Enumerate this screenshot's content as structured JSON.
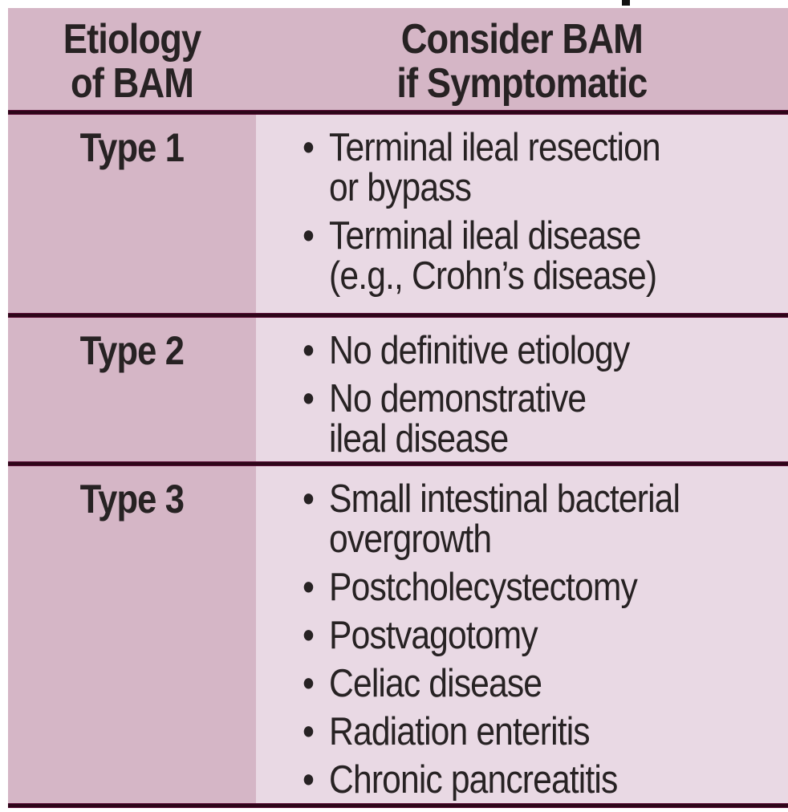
{
  "theme": {
    "page-bg": "#ffffff",
    "dark-pink": "#d5b6c6",
    "light-pink": "#e9d9e4",
    "maroon": "#5a0e36",
    "maroon-core": "#2d0619",
    "text": "#272223"
  },
  "table": {
    "bullet_glyph": "•",
    "header": [
      {
        "label": "Etiology\nof BAM"
      },
      {
        "label": "Consider BAM\nif Symptomatic"
      }
    ],
    "rows": [
      {
        "type": "Type 1",
        "items": [
          "Terminal ileal resection\nor bypass",
          "Terminal ileal disease\n(e.g., Crohn’s disease)"
        ]
      },
      {
        "type": "Type 2",
        "items": [
          "No definitive etiology",
          "No demonstrative\nileal disease"
        ]
      },
      {
        "type": "Type 3",
        "items": [
          "Small intestinal bacterial\novergrowth",
          "Postcholecystectomy",
          "Postvagotomy",
          "Celiac disease",
          "Radiation enteritis",
          "Chronic pancreatitis"
        ]
      }
    ]
  }
}
